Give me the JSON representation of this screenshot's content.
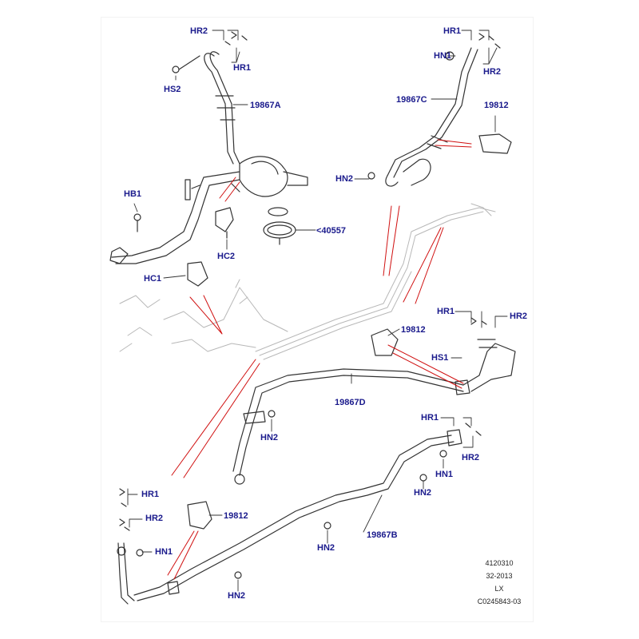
{
  "callouts": {
    "hr2_a": "HR2",
    "hr1_a": "HR1",
    "hs2": "HS2",
    "part_19867a": "19867A",
    "hr1_b": "HR1",
    "hn1_a": "HN1",
    "hr2_b": "HR2",
    "part_19867c": "19867C",
    "part_19812_a": "19812",
    "hn2_a": "HN2",
    "hb1": "HB1",
    "hc2": "HC2",
    "part_40557": "<40557",
    "hc1": "HC1",
    "hr1_c": "HR1",
    "hr2_c": "HR2",
    "part_19812_b": "19812",
    "hs1": "HS1",
    "part_19867d": "19867D",
    "hn2_b": "HN2",
    "hr1_d": "HR1",
    "hr2_d": "HR2",
    "hn1_b": "HN1",
    "hn2_c": "HN2",
    "hr1_e": "HR1",
    "hr2_e": "HR2",
    "part_19812_c": "19812",
    "hn1_c": "HN1",
    "part_19867b": "19867B",
    "hn2_d": "HN2",
    "hn2_e": "HN2"
  },
  "drawing_info": {
    "line1": "4120310",
    "line2": "32-2013",
    "line3": "LX",
    "line4": "C0245843-03"
  },
  "colors": {
    "label_text": "#1a1a8c",
    "leader_line": "#d01010",
    "line_art": "#333333",
    "ghost_line": "#b8b8b8"
  }
}
